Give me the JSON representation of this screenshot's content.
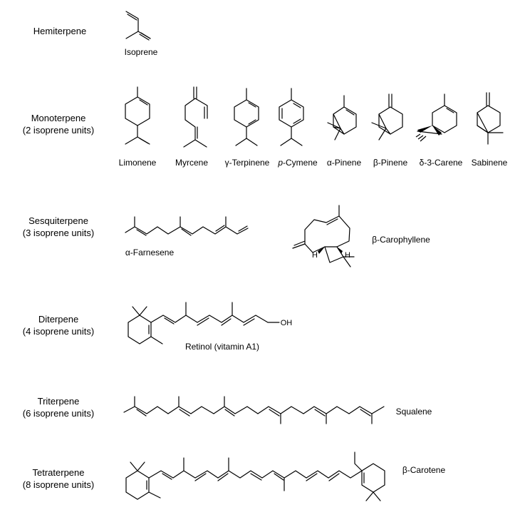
{
  "classes": {
    "hemiterpene": {
      "name": "Hemiterpene",
      "units": ""
    },
    "monoterpene": {
      "name": "Monoterpene",
      "units": "(2 isoprene units)"
    },
    "sesquiterpene": {
      "name": "Sesquiterpene",
      "units": "(3 isoprene units)"
    },
    "diterpene": {
      "name": "Diterpene",
      "units": "(4 isoprene units)"
    },
    "triterpene": {
      "name": "Triterpene",
      "units": "(6 isoprene units)"
    },
    "tetraterpene": {
      "name": "Tetraterpene",
      "units": "(8 isoprene units)"
    }
  },
  "molecules": {
    "isoprene": "Isoprene",
    "monoterpenes": [
      {
        "key": "limonene",
        "prefix": "",
        "name": "Limonene"
      },
      {
        "key": "myrcene",
        "prefix": "",
        "name": "Myrcene"
      },
      {
        "key": "terpinene",
        "prefix": "γ",
        "name": "-Terpinene"
      },
      {
        "key": "cymene",
        "prefix": "p",
        "name": "-Cymene"
      },
      {
        "key": "a-pinene",
        "prefix": "α",
        "name": "-Pinene"
      },
      {
        "key": "b-pinene",
        "prefix": "β",
        "name": "-Pinene"
      },
      {
        "key": "carene",
        "prefix": "δ",
        "name": "-3-Carene"
      },
      {
        "key": "sabinene",
        "prefix": "",
        "name": "Sabinene"
      }
    ],
    "farnesene": {
      "prefix": "α",
      "name": "-Farnesene"
    },
    "caryophyllene": {
      "prefix": "β",
      "name": "-Carophyllene"
    },
    "retinol": "Retinol (vitamin A1)",
    "squalene": "Squalene",
    "carotene": {
      "prefix": "β",
      "name": "-Carotene"
    }
  },
  "atoms": {
    "hydroxyl": "OH",
    "hydrogen": "H"
  }
}
